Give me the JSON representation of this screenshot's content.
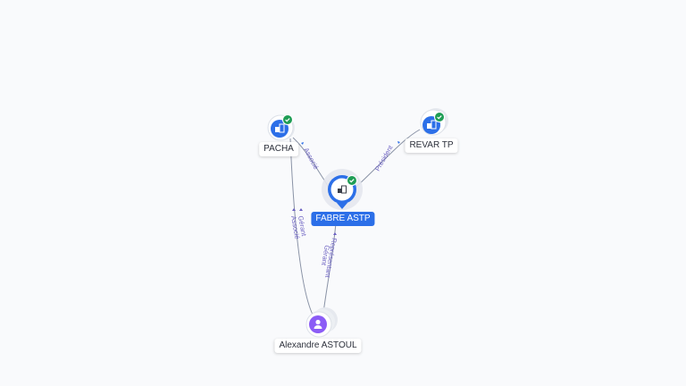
{
  "colors": {
    "edge": "#8a93a6",
    "company": "#2c6fe8",
    "person": "#8b5cf6",
    "check": "#1f9d55",
    "edge_label": "#6a5fc1"
  },
  "nodes": {
    "pacha": {
      "label": "PACHA",
      "type": "company",
      "icon": "building-icon",
      "verified": true
    },
    "revar": {
      "label": "REVAR TP",
      "type": "company",
      "icon": "building-icon",
      "verified": true
    },
    "fabre": {
      "label": "FABRE ASTP",
      "type": "company",
      "icon": "building-icon",
      "verified": true,
      "focus": true
    },
    "alexandre": {
      "label": "Alexandre ASTOUL",
      "type": "person",
      "icon": "person-icon"
    }
  },
  "edges": {
    "pacha_fabre": {
      "label": "Associé"
    },
    "revar_fabre": {
      "label": "Président"
    },
    "alexandre_pacha": {
      "label1": "Gérant",
      "label2": "Associé"
    },
    "alexandre_fabre": {
      "label1": "Gérant",
      "label2": "Représentant"
    }
  }
}
